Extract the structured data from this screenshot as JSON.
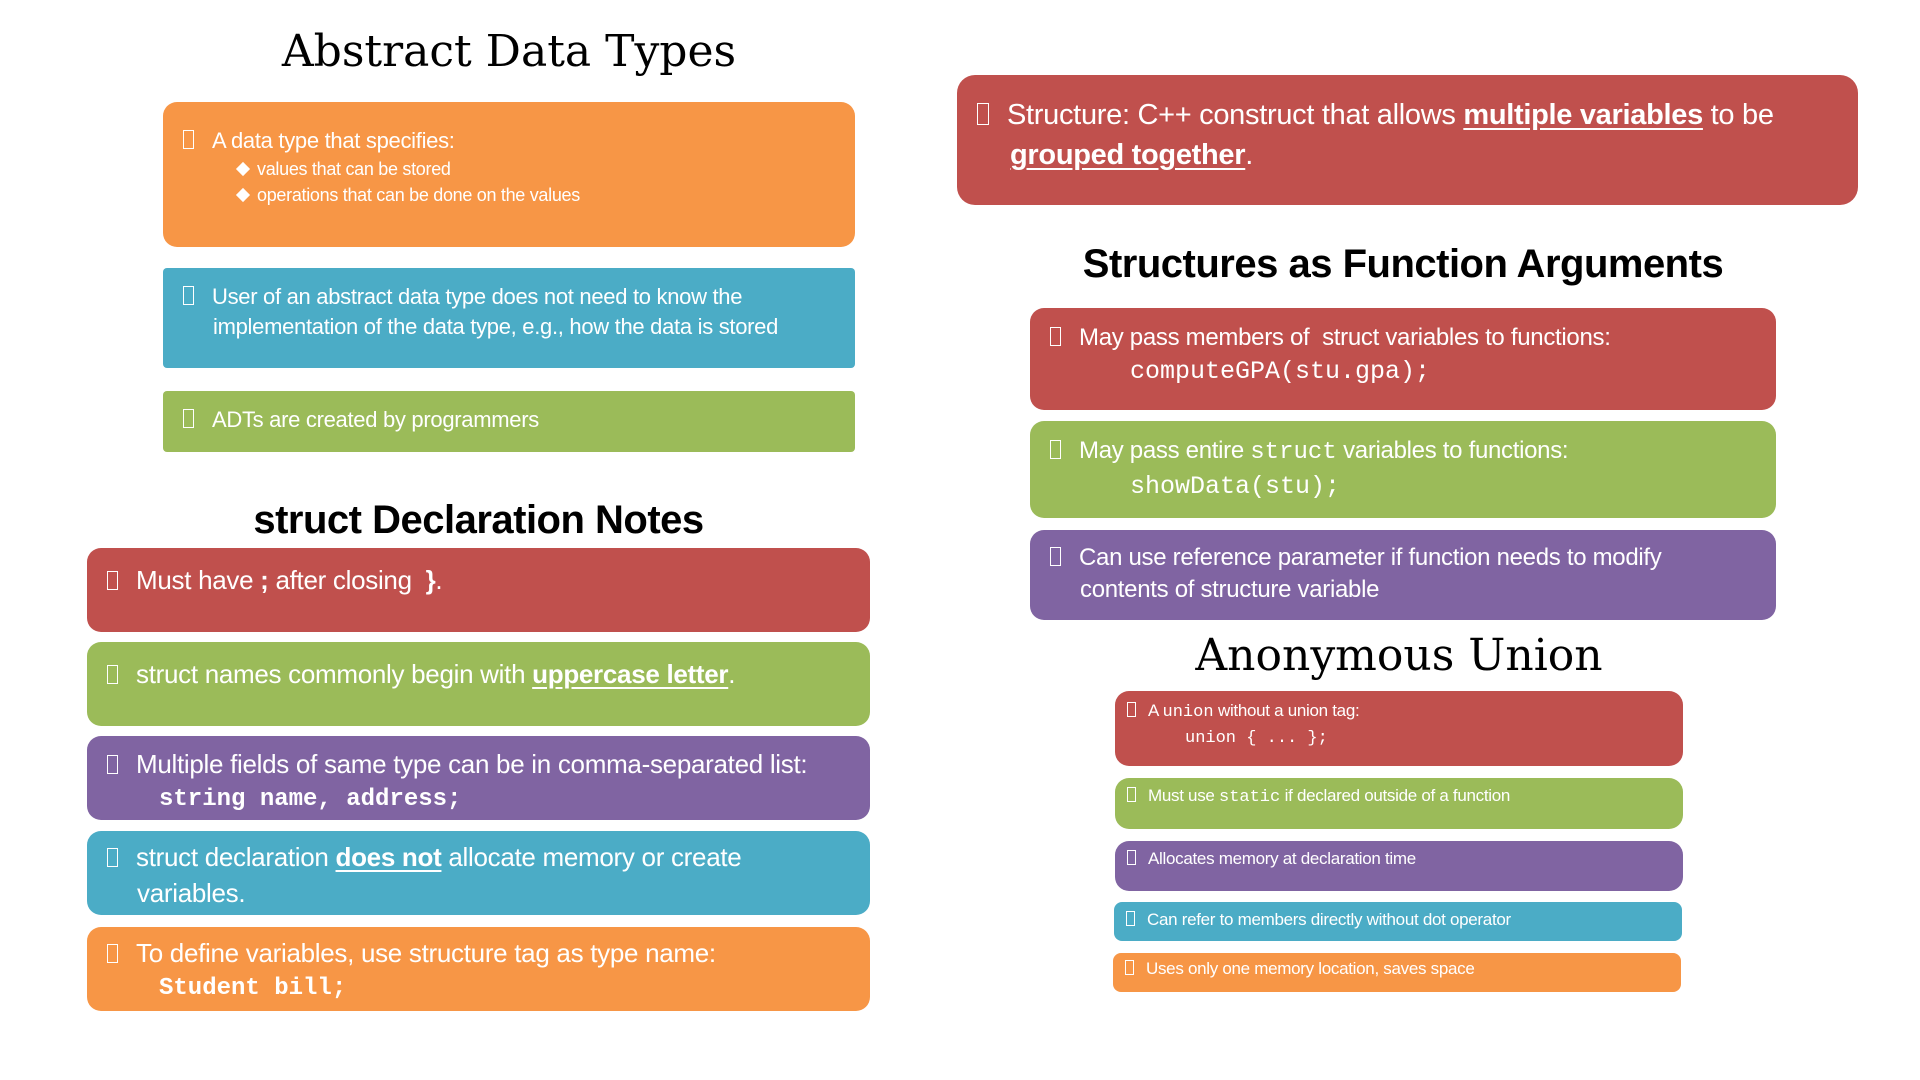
{
  "adt": {
    "title": "Abstract Data Types",
    "box1": {
      "text": "A data type that specifies:",
      "subs": [
        "values that can be stored",
        "operations that can be done on the values"
      ]
    },
    "box2": {
      "line1": "User of an abstract data type does not need to know the",
      "line2": "implementation of the data type, e.g., how the data is stored"
    },
    "box3": {
      "text": "ADTs are created by programmers"
    }
  },
  "structure": {
    "pre": "Structure: C++ construct that allows ",
    "em1": "multiple variables",
    "mid": " to be",
    "em2": "grouped together",
    "post": "."
  },
  "decl": {
    "title": "struct Declaration Notes",
    "b1": {
      "pre": "Must have ",
      "semi": ";",
      "mid": " after closing  ",
      "brace": "}",
      "post": "."
    },
    "b2": {
      "pre": "struct names commonly begin with ",
      "em": "uppercase letter",
      "post": "."
    },
    "b3": {
      "text": "Multiple fields of same type can be in comma-separated list:",
      "code": "string name, address;"
    },
    "b4": {
      "pre": "struct declaration ",
      "em": "does not",
      "post": " allocate memory or create",
      "line2": "variables."
    },
    "b5": {
      "text": "To define variables, use structure tag as type name:",
      "code": "Student bill;"
    }
  },
  "args": {
    "title": "Structures as Function Arguments",
    "b1": {
      "text": "May pass members of  struct variables to functions:",
      "code": "computeGPA(stu.gpa);"
    },
    "b2": {
      "pre": "May pass entire ",
      "kw": "struct",
      "post": " variables to functions:",
      "code": "showData(stu);"
    },
    "b3": {
      "line1": "Can use reference parameter if function needs to modify",
      "line2": "contents of structure variable"
    }
  },
  "union": {
    "title": "Anonymous Union",
    "b1": {
      "pre": "A ",
      "kw": "union",
      "post": " without a union tag:",
      "code": "union { ... };"
    },
    "b2": {
      "pre": "Must use ",
      "kw": "static",
      "post": " if declared outside of a function"
    },
    "b3": {
      "text": "Allocates memory at declaration time"
    },
    "b4": {
      "text": "Can refer to members directly without dot operator"
    },
    "b5": {
      "text": "Uses only one memory location, saves space"
    }
  },
  "colors": {
    "orange": "#F79646",
    "blue": "#4BACC6",
    "green": "#9BBB59",
    "red": "#C0504D",
    "purple": "#8064A2"
  }
}
